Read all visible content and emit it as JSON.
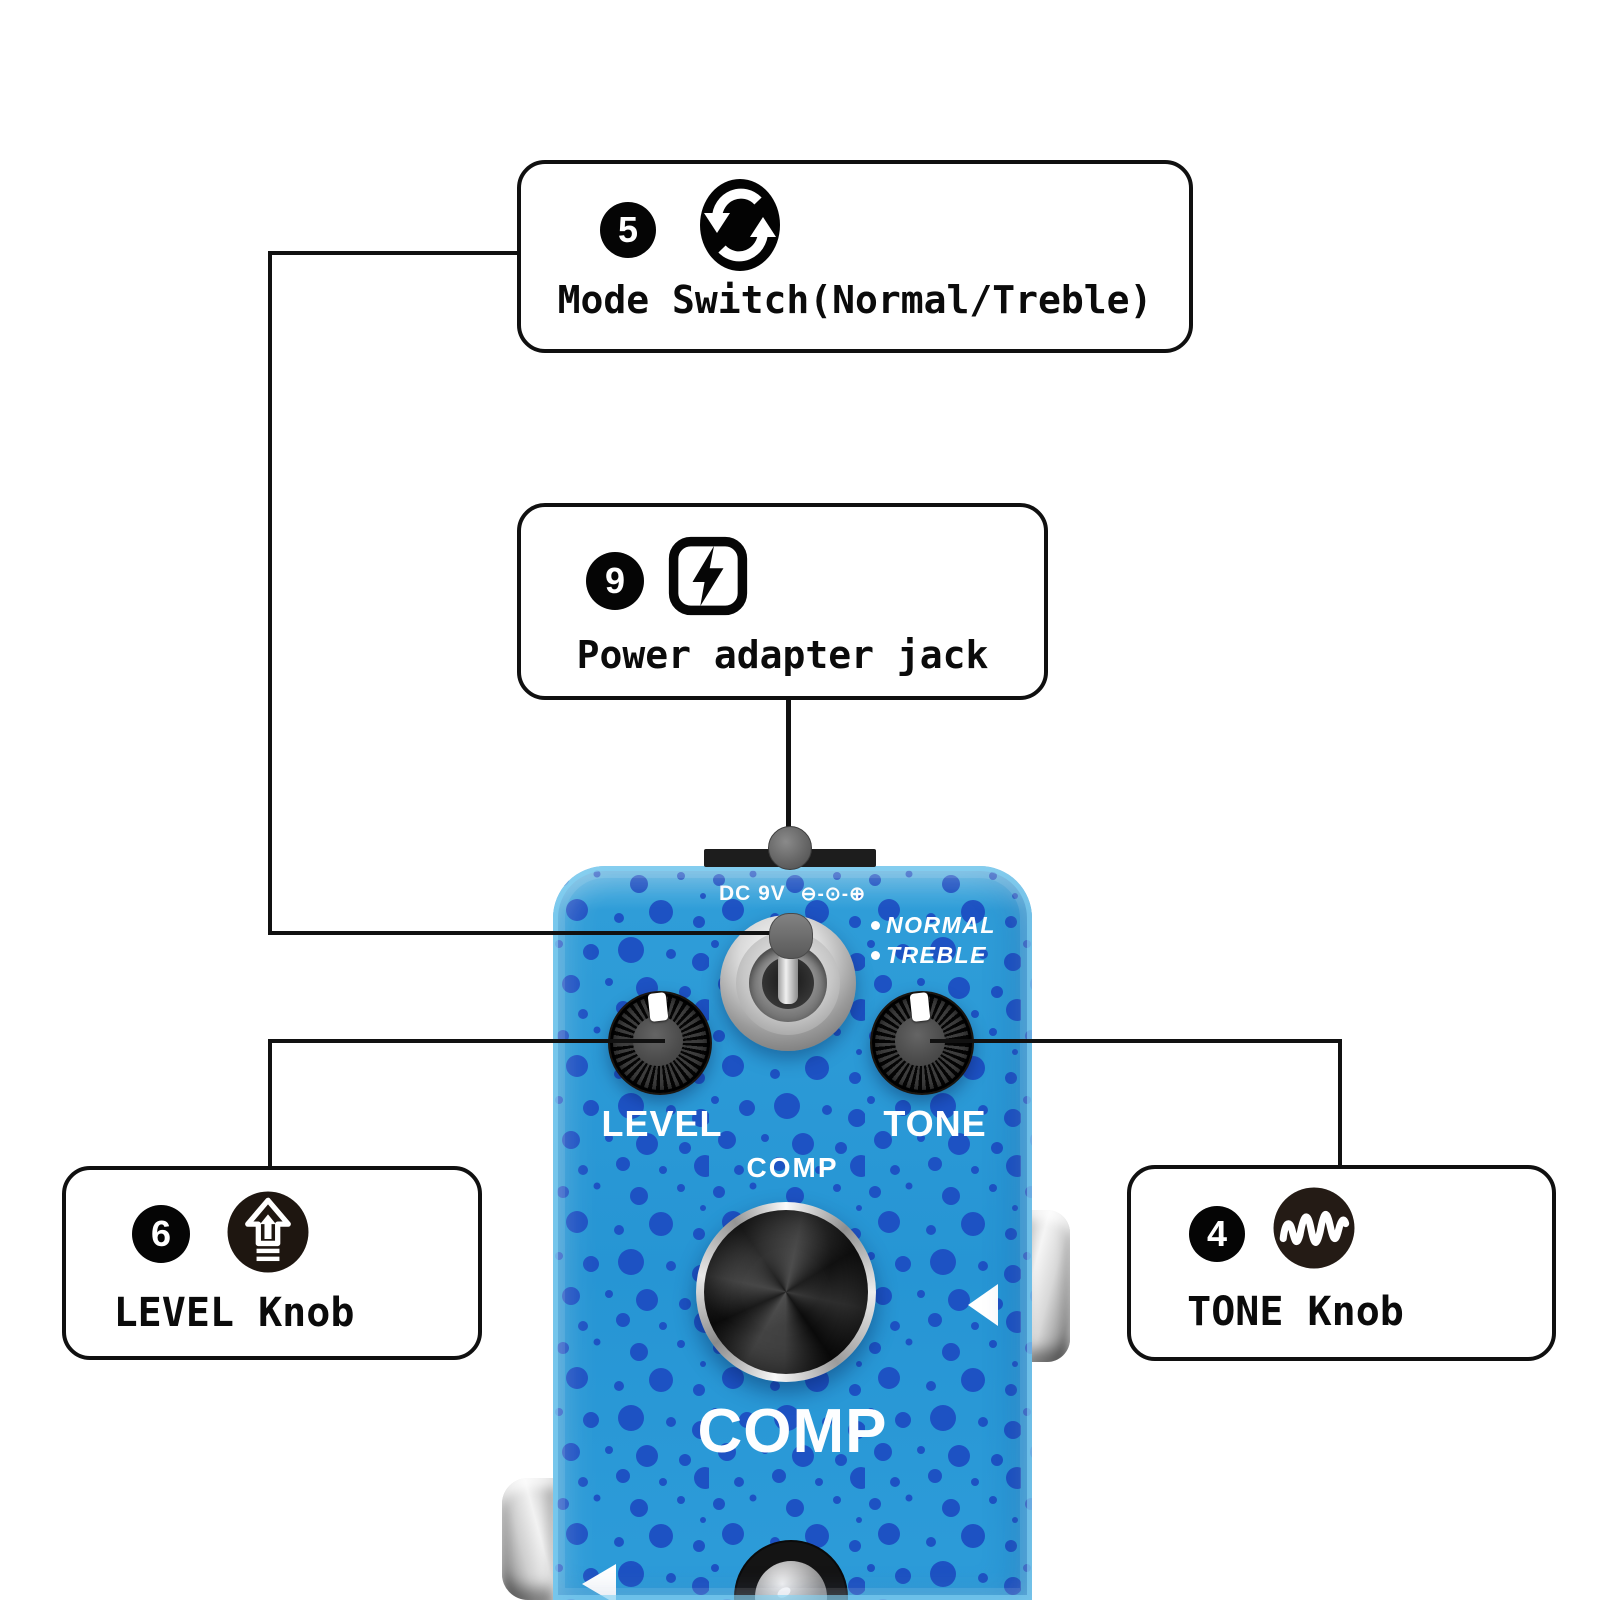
{
  "callouts": [
    {
      "id": "mode-switch",
      "number": "5",
      "icon": "sync-icon",
      "label": "Mode Switch(Normal/Treble)"
    },
    {
      "id": "power-jack",
      "number": "9",
      "icon": "lightning-icon",
      "label": "Power adapter jack"
    },
    {
      "id": "level-knob",
      "number": "6",
      "icon": "level-up-icon",
      "label": "LEVEL Knob"
    },
    {
      "id": "tone-knob",
      "number": "4",
      "icon": "sine-wave-icon",
      "label": "TONE Knob"
    }
  ],
  "pedal": {
    "power_supply_label": "DC 9V",
    "polarity_symbol": "⊖-⊙-⊕",
    "mode_options": [
      {
        "label": "NORMAL"
      },
      {
        "label": "TREBLE"
      }
    ],
    "knobs": [
      {
        "label": "LEVEL"
      },
      {
        "label": "TONE"
      }
    ],
    "comp_knob_label": "COMP",
    "model_name": "COMP"
  },
  "colors": {
    "pedal_body": "#2897D5",
    "pedal_dots": "#1C4EC2",
    "pedal_edge_highlight": "#5FC0EA",
    "connector_line": "#111111",
    "callout_border": "#101010",
    "callout_background": "#FFFFFF",
    "badge_background": "#050505",
    "label_text": "#0B0B0B",
    "pedal_text": "#FFFFFF"
  }
}
